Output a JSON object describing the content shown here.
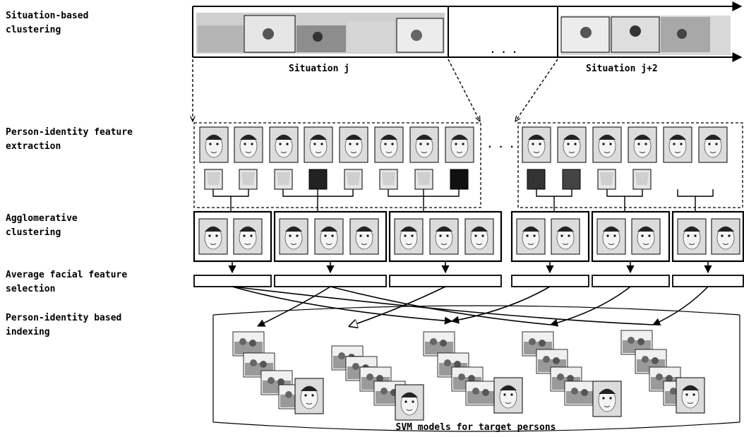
{
  "stages": [
    {
      "id": "situation",
      "label": [
        "Situation-based",
        "clustering"
      ]
    },
    {
      "id": "extraction",
      "label": [
        "Person-identity feature",
        "extraction"
      ]
    },
    {
      "id": "agglomerative",
      "label": [
        "Agglomerative",
        "clustering"
      ]
    },
    {
      "id": "average",
      "label": [
        "Average facial feature",
        "selection"
      ]
    },
    {
      "id": "indexing",
      "label": [
        "Person-identity based",
        "indexing"
      ]
    }
  ],
  "timeline": {
    "situation_j": "Situation j",
    "situation_j2": "Situation j+2",
    "ellipsis": ". . ."
  },
  "extraction_ellipsis": ". . .",
  "database_label": "SVM models for target persons",
  "colors": {
    "ink": "#000000",
    "photo": "#bdbdbd",
    "face": "#e8e8e8",
    "dark_face": "#3a3a3a"
  }
}
